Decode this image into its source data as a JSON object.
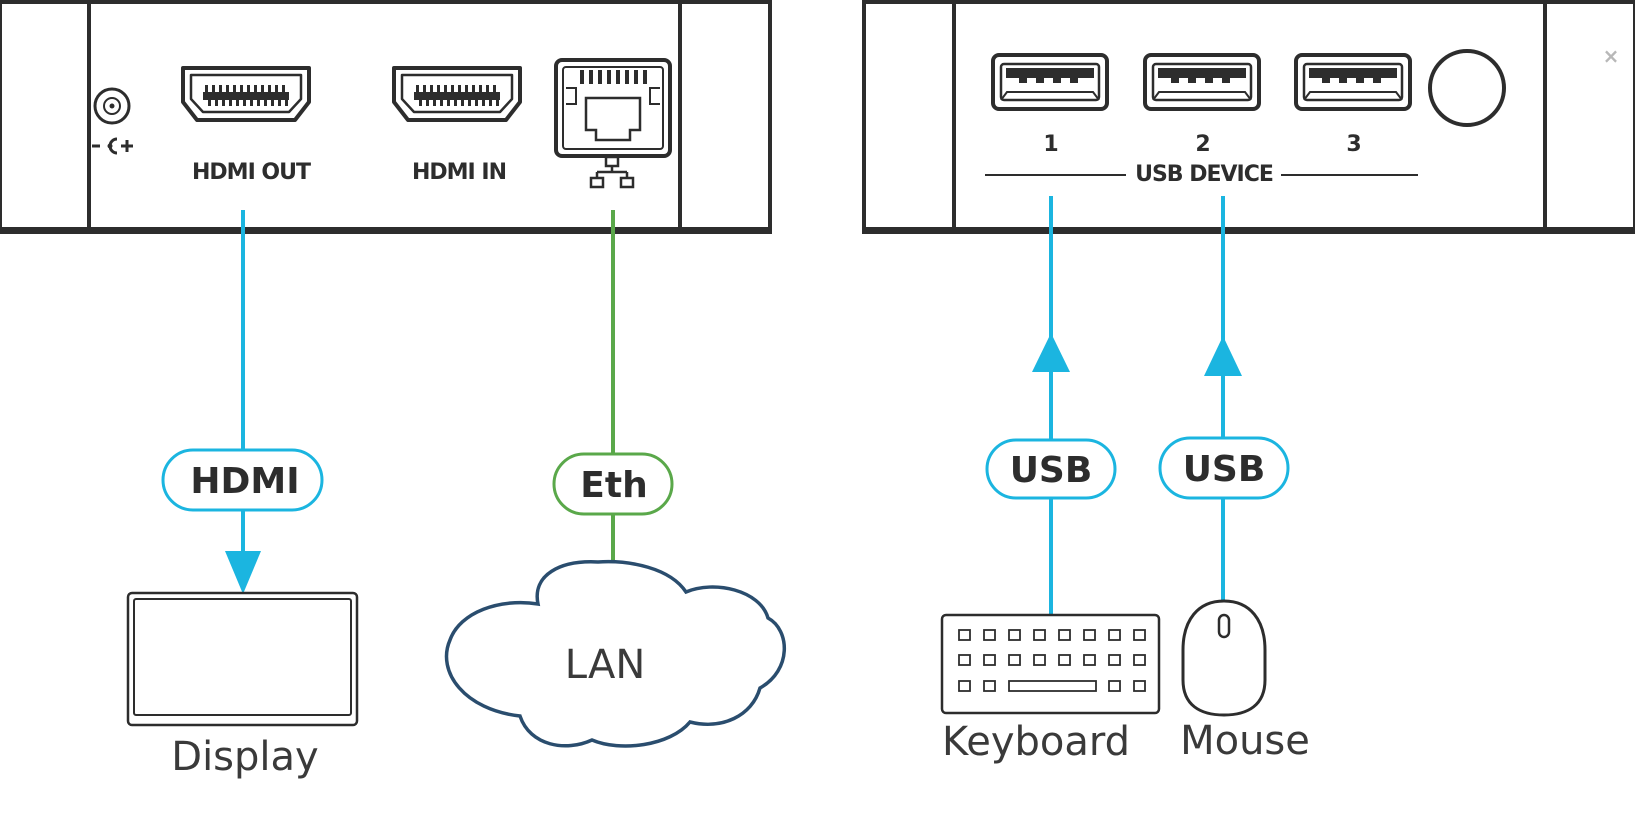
{
  "colors": {
    "cable_cyan": "#1bb5e0",
    "cable_green": "#5aa84a",
    "cloud_navy": "#2a4d6e",
    "outline": "#2d2d2d"
  },
  "left_panel": {
    "ports": {
      "hdmi_out": "HDMI OUT",
      "hdmi_in": "HDMI IN"
    },
    "icons": {
      "power": "dc-power-jack-icon",
      "network": "network-symbol-icon"
    },
    "cables": {
      "hdmi": "HDMI",
      "eth": "Eth"
    },
    "devices": {
      "display": "Display",
      "lan": "LAN"
    }
  },
  "right_panel": {
    "usb_port_numbers": [
      "1",
      "2",
      "3"
    ],
    "usb_device_label": "USB DEVICE",
    "cables": {
      "keyboard_usb": "USB",
      "mouse_usb": "USB"
    },
    "devices": {
      "keyboard": "Keyboard",
      "mouse": "Mouse"
    },
    "close_symbol": "×"
  }
}
